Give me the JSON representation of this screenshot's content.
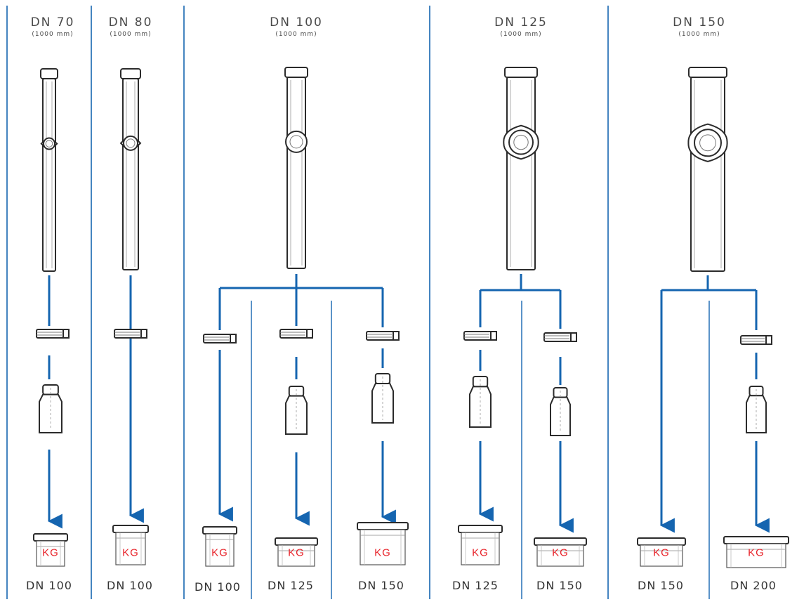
{
  "colors": {
    "arrow": "#1565b0",
    "divider": "#1565b0",
    "outline": "#2b2b2b",
    "kg": "#e8232a"
  },
  "columns": [
    {
      "title": "DN 70",
      "subtitle": "(1000 mm)"
    },
    {
      "title": "DN 80",
      "subtitle": "(1000 mm)"
    },
    {
      "title": "DN 100",
      "subtitle": "(1000 mm)"
    },
    {
      "title": "DN 125",
      "subtitle": "(1000 mm)"
    },
    {
      "title": "DN 150",
      "subtitle": "(1000 mm)"
    }
  ],
  "outlets": [
    {
      "kg": "KG",
      "dn": "DN  100"
    },
    {
      "kg": "KG",
      "dn": "DN  100"
    },
    {
      "kg": "KG",
      "dn": "DN  100"
    },
    {
      "kg": "KG",
      "dn": "DN  125"
    },
    {
      "kg": "KG",
      "dn": "DN  150"
    },
    {
      "kg": "KG",
      "dn": "DN  125"
    },
    {
      "kg": "KG",
      "dn": "DN  150"
    },
    {
      "kg": "KG",
      "dn": "DN  150"
    },
    {
      "kg": "KG",
      "dn": "DN  200"
    }
  ]
}
